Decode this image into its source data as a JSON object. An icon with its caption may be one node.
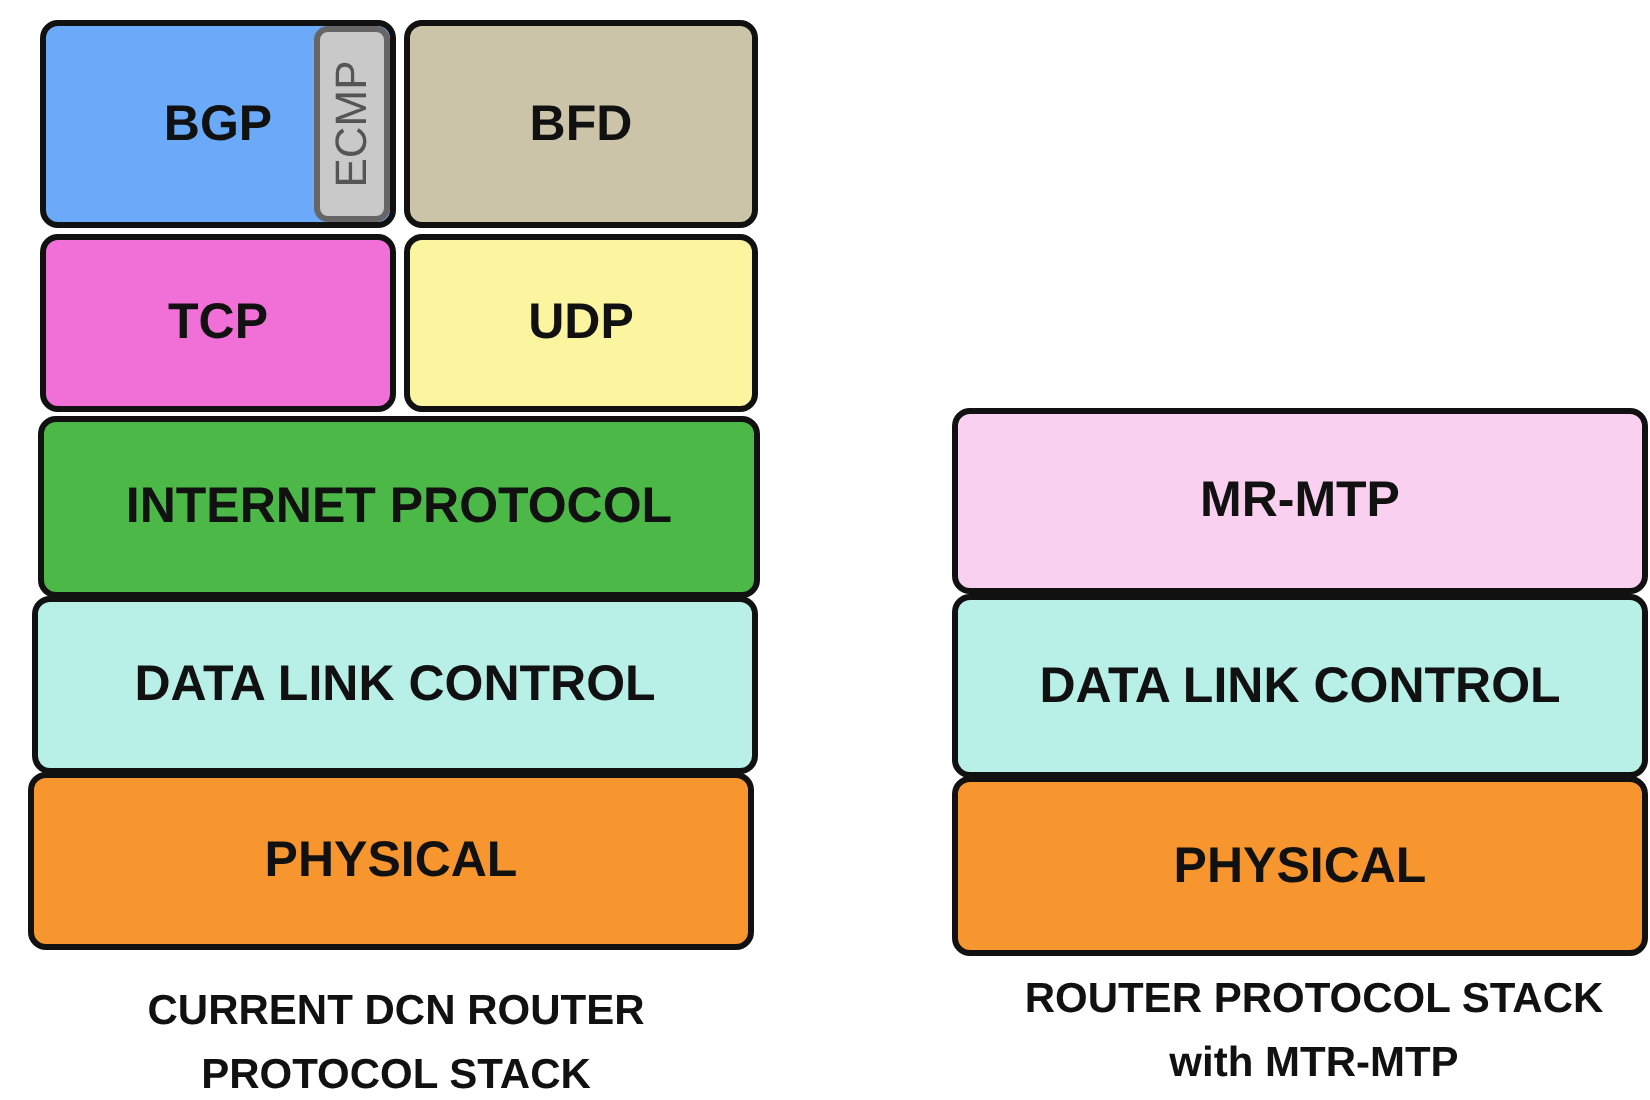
{
  "diagram": {
    "nodes": [
      {
        "text": [
          "BGP"
        ]
      },
      {
        "text": [
          "ECMP"
        ],
        "in": 0
      },
      {
        "text": [
          "BFD"
        ]
      },
      {
        "text": [
          "TCP"
        ]
      },
      {
        "text": [
          "UDP"
        ]
      },
      {
        "text": [
          "INTERNET PROTOCOL"
        ]
      },
      {
        "text": [
          "DATA LINK CONTROL"
        ]
      },
      {
        "text": [
          "PHYSICAL"
        ]
      },
      {
        "text": [
          "MR-MTP"
        ]
      },
      {
        "text": [
          "DATA LINK CONTROL"
        ]
      },
      {
        "text": [
          "PHYSICAL"
        ]
      }
    ],
    "edges": [],
    "labels": [
      "CURRENT DCN ROUTER PROTOCOL STACK",
      "ROUTER PROTOCOL STACK with MTR-MTP"
    ]
  }
}
